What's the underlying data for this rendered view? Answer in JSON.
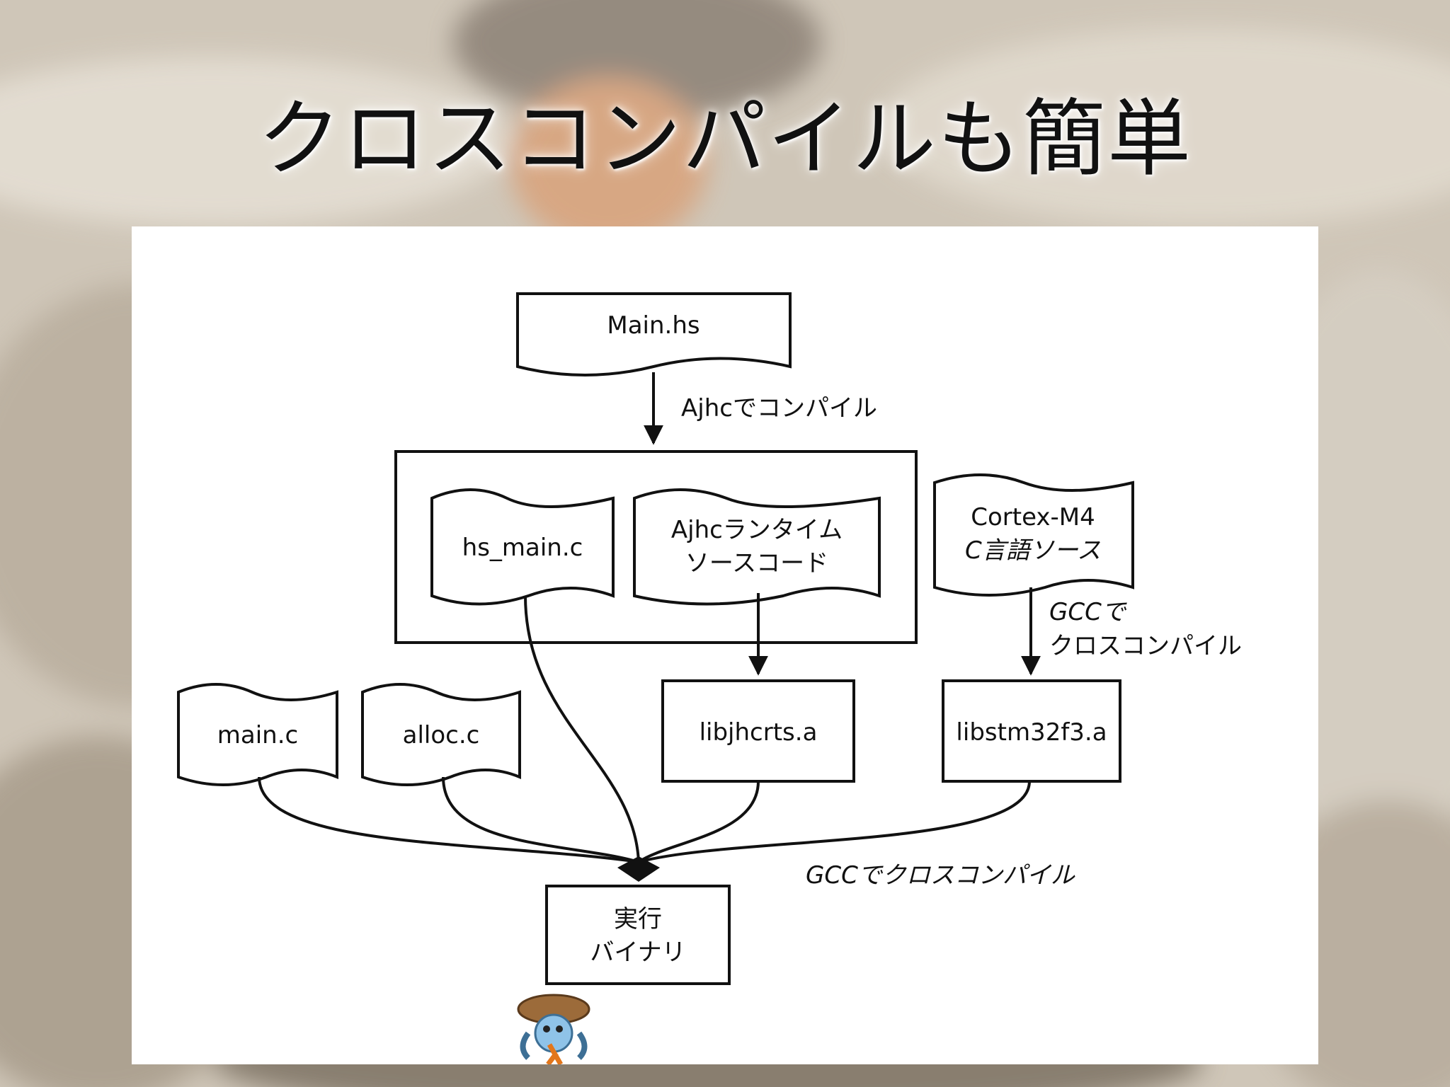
{
  "slide": {
    "title": "クロスコンパイルも簡単"
  },
  "diagram": {
    "nodes": {
      "main_hs": "Main.hs",
      "hs_main_c": "hs_main.c",
      "runtime_line1": "Ajhcランタイム",
      "runtime_line2": "ソースコード",
      "cortex_line1": "Cortex-M4",
      "cortex_line2": "C言語ソース",
      "main_c": "main.c",
      "alloc_c": "alloc.c",
      "libjhcrts": "libjhcrts.a",
      "libstm32": "libstm32f3.a",
      "exec_line1": "実行",
      "exec_line2": "バイナリ"
    },
    "edge_labels": {
      "ajhc_compile": "Ajhcでコンパイル",
      "gcc_cross_line1": "GCCで",
      "gcc_cross_line2": "クロスコンパイル",
      "gcc_cross_link": "GCCでクロスコンパイル"
    }
  },
  "colors": {
    "panel": "#ffffff",
    "ink": "#111111"
  },
  "icons": [
    "mascot-icon"
  ]
}
